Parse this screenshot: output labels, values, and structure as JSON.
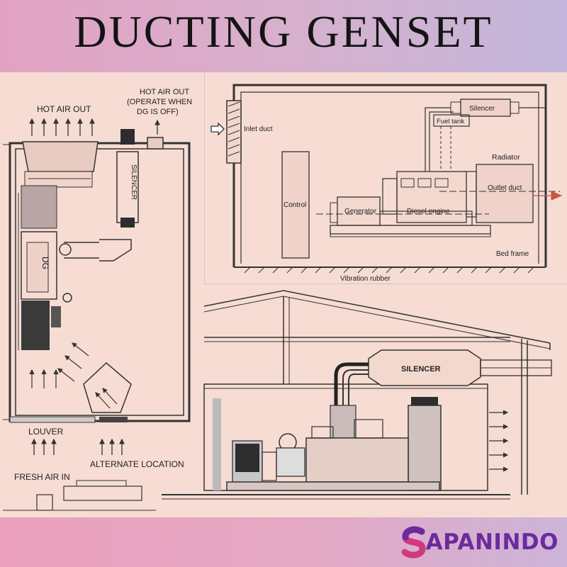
{
  "title": "DUCTING GENSET",
  "left_plan": {
    "hot_air_out": "HOT AIR OUT",
    "hot_air_out_dg_off": [
      "HOT AIR OUT",
      "(OPERATE WHEN",
      "DG IS OFF)"
    ],
    "silencer": "SILENCER",
    "dg": "DG",
    "louver": "LOUVER",
    "fresh_air_in": "FRESH  AIR IN",
    "alternate_location": "ALTERNATE LOCATION"
  },
  "schematic": {
    "inlet_duct": "Inlet duct",
    "control": "Control",
    "silencer": "Silencer",
    "fuel_tank": "Fuel tank",
    "radiator": "Radiator",
    "outlet_duct": "Outlet duct",
    "generator": "Generator",
    "diesel_engine": "Diesel engine",
    "bed_frame": "Bed frame",
    "vibration_rubber": "Vibration rubber"
  },
  "elevation": {
    "silencer": "SILENCER"
  },
  "brand": {
    "name": "APANINDO",
    "logo_letter": "S",
    "color": "#6d2a9e",
    "accent": "#d0397f"
  },
  "colors": {
    "header_left": "#e3a2c4",
    "header_right": "#c3b6dc",
    "background": "#f6dcd3",
    "arrow_red": "#c9553d"
  }
}
